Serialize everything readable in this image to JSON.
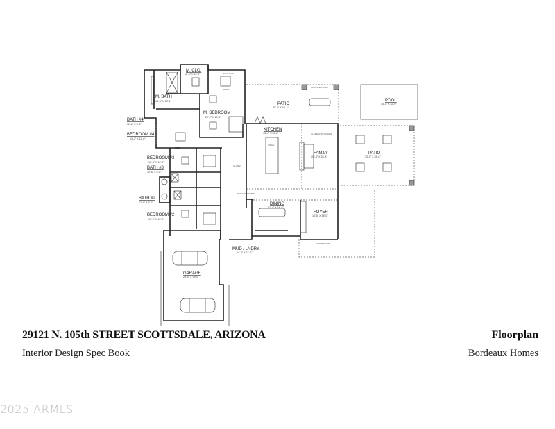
{
  "footer": {
    "address": "29121 N. 105th STREET  SCOTTSDALE, ARIZONA",
    "subtitle": "Interior Design Spec Book",
    "section": "Floorplan",
    "builder": "Bordeaux Homes"
  },
  "watermark": "2025 ARMLS",
  "rooms": {
    "m_clo": {
      "name": "M. CLO.",
      "dims": "12'-0\" X 12'-0\""
    },
    "m_bath": {
      "name": "M. BATH",
      "dims": "14'-9\" X 13'-1\""
    },
    "m_bedroom": {
      "name": "M. BEDROOM",
      "dims": "20'-2\" X 19'-0\""
    },
    "bath4": {
      "name": "BATH #4",
      "dims": "12'-2\" X 5'-6\""
    },
    "bedroom4": {
      "name": "BEDROOM #4",
      "dims": "13'-2\" X 12'-0\""
    },
    "bedroom3": {
      "name": "BEDROOM #3",
      "dims": "13'-0\" X 12'-4\""
    },
    "bath3": {
      "name": "BATH #3",
      "dims": "10'-6\" X 5'-8\""
    },
    "bath2": {
      "name": "BATH #2",
      "dims": "12'-8\" X 5'-6\""
    },
    "bedroom2": {
      "name": "BEDROOM #2",
      "dims": "13'-2\" X 12'-0\""
    },
    "patio_top": {
      "name": "PATIO",
      "dims": "38'-2\" X 16'-4\""
    },
    "pool": {
      "name": "POOL",
      "dims": "15'-0\" X 33'-0\""
    },
    "kitchen": {
      "name": "KITCHEN",
      "dims": "13'-4\" X 28'-8\""
    },
    "family": {
      "name": "FAMILY",
      "dims": "26'-8\" X 28'-8\""
    },
    "patio_right": {
      "name": "PATIO",
      "dims": "33'-0\" X 28'-8\""
    },
    "dining": {
      "name": "DINING",
      "dims": "21'-4\" X 14'-8\""
    },
    "foyer": {
      "name": "FOYER",
      "dims": "13'-8\" X 18'-0\""
    },
    "mud_lndry": {
      "name": "MUD / LNDRY.",
      "dims": "14'-8\" X 11'-2\""
    },
    "garage": {
      "name": "GARAGE",
      "dims": "23'-0\" X 39'-0\""
    }
  },
  "notes": {
    "skylight": "SKYLIGHT",
    "patio": "PATIO",
    "closet": "CLOSET",
    "butlers_pantry": "BUTLERS PANTRY",
    "table": "TABLE",
    "clerestory": "CLERESTORY ABOVE",
    "counter_bbq": "COUNTER / BBQ",
    "front_door": "FRONT DOOR"
  }
}
